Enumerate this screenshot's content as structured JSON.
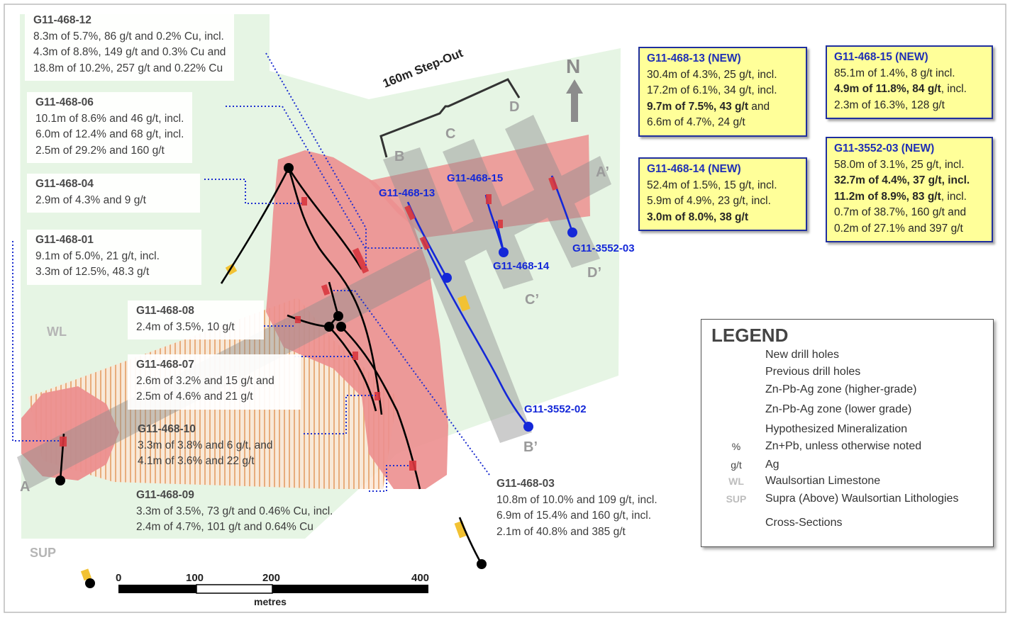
{
  "labels": {
    "h12": {
      "title": "G11-468-12",
      "lines": [
        "8.3m of 5.7%, 86 g/t and 0.2% Cu, incl.",
        "4.3m of 8.8%, 149 g/t and 0.3% Cu and",
        "18.8m of 10.2%, 257 g/t and 0.22% Cu"
      ]
    },
    "h06": {
      "title": "G11-468-06",
      "lines": [
        "10.1m of 8.6% and 46 g/t, incl.",
        "6.0m of 12.4% and 68 g/t, incl.",
        "2.5m of 29.2% and 160 g/t"
      ]
    },
    "h04": {
      "title": "G11-468-04",
      "lines": [
        "2.9m of 4.3% and 9 g/t"
      ]
    },
    "h01": {
      "title": "G11-468-01",
      "lines": [
        "9.1m of 5.0%, 21 g/t, incl.",
        "3.3m of 12.5%, 48.3 g/t"
      ]
    },
    "h08": {
      "title": "G11-468-08",
      "lines": [
        "2.4m of 3.5%, 10 g/t"
      ]
    },
    "h07": {
      "title": "G11-468-07",
      "lines": [
        "2.6m of 3.2% and 15 g/t and",
        "2.5m of 4.6% and 21 g/t"
      ]
    },
    "h10": {
      "title": "G11-468-10",
      "lines": [
        "3.3m of 3.8% and 6 g/t, and",
        "4.1m of 3.6% and 22 g/t"
      ]
    },
    "h09": {
      "title": "G11-468-09",
      "lines": [
        "3.3m of 3.5%, 73 g/t and 0.46% Cu, incl.",
        "2.4m of 4.7%, 101 g/t and 0.64% Cu"
      ]
    },
    "h03": {
      "title": "G11-468-03",
      "lines": [
        "10.8m of 10.0% and 109 g/t, incl.",
        "6.9m of 15.4% and 160 g/t, incl.",
        "2.1m of 40.8% and 385 g/t"
      ]
    }
  },
  "boxes": {
    "b13": {
      "title": "G11-468-13 (NEW)",
      "lines": [
        "30.4m of 4.3%, 25 g/t, incl.",
        "17.2m of 6.1%, 34 g/t, incl."
      ],
      "bold_line": {
        "b": "9.7m of 7.5%, 43 g/t",
        "n": " and"
      },
      "last": "6.6m of 4.7%, 24 g/t"
    },
    "b14": {
      "title": "G11-468-14 (NEW)",
      "lines": [
        "52.4m of 1.5%, 15 g/t, incl.",
        "5.9m of 4.9%, 23 g/t, incl."
      ],
      "bold": "3.0m of 8.0%, 38 g/t"
    },
    "b15": {
      "title": "G11-468-15 (NEW)",
      "first": "85.1m of 1.4%, 8 g/t incl.",
      "bold_line": {
        "b": "4.9m of 11.8%, 84 g/t",
        "n": ", incl."
      },
      "last": "2.3m of 16.3%, 128 g/t"
    },
    "b3552": {
      "title": "G11-3552-03 (NEW)",
      "first": "58.0m of 3.1%, 25 g/t, incl.",
      "bold1": "32.7m of 4.4%, 37 g/t, incl.",
      "bold2": {
        "b": "11.2m of 8.9%, 83 g/t",
        "n": ", incl."
      },
      "lines": [
        "0.7m of 38.7%, 160 g/t and",
        "0.2m of 27.1% and 397 g/t"
      ]
    }
  },
  "map_text": {
    "north": "N",
    "stepout": "160m Step-Out",
    "sec_b": "B",
    "sec_c": "C",
    "sec_d": "D",
    "sec_a2": "A’",
    "sec_b2": "B’",
    "sec_c2": "C’",
    "sec_d2": "D’",
    "sec_a": "A",
    "wl": "WL",
    "sup": "SUP",
    "dh13": "G11-468-13",
    "dh15": "G11-468-15",
    "dh14": "G11-468-14",
    "dh3552_03": "G11-3552-03",
    "dh3552_02": "G11-3552-02"
  },
  "scale": {
    "ticks": [
      "0",
      "100",
      "200",
      "400"
    ],
    "unit": "metres"
  },
  "legend": {
    "title": "LEGEND",
    "rows": [
      {
        "sym": "",
        "text": "New drill holes"
      },
      {
        "sym": "",
        "text": "Previous drill holes"
      },
      {
        "sym": "",
        "text": "Zn-Pb-Ag zone (higher-grade)"
      },
      {
        "sym": "",
        "text": "Zn-Pb-Ag zone (lower grade)"
      },
      {
        "sym": "",
        "text": "Hypothesized Mineralization"
      },
      {
        "sym": "%",
        "text": "Zn+Pb, unless otherwise noted"
      },
      {
        "sym": "g/t",
        "text": "Ag"
      },
      {
        "sym": "WL",
        "text": "Waulsortian Limestone"
      },
      {
        "sym": "SUP",
        "text": "Supra (Above) Waulsortian Lithologies"
      },
      {
        "sym": "",
        "text": "Cross-Sections"
      }
    ]
  },
  "colors": {
    "new_hole": "#1428d8",
    "prev_hole": "#000000",
    "high_grade": "#ec8f8f",
    "low_grade": "#f2c233",
    "hyp": "#e8a06a",
    "wl_bg": "#e6f5e4",
    "section": "#a8a8a8"
  }
}
